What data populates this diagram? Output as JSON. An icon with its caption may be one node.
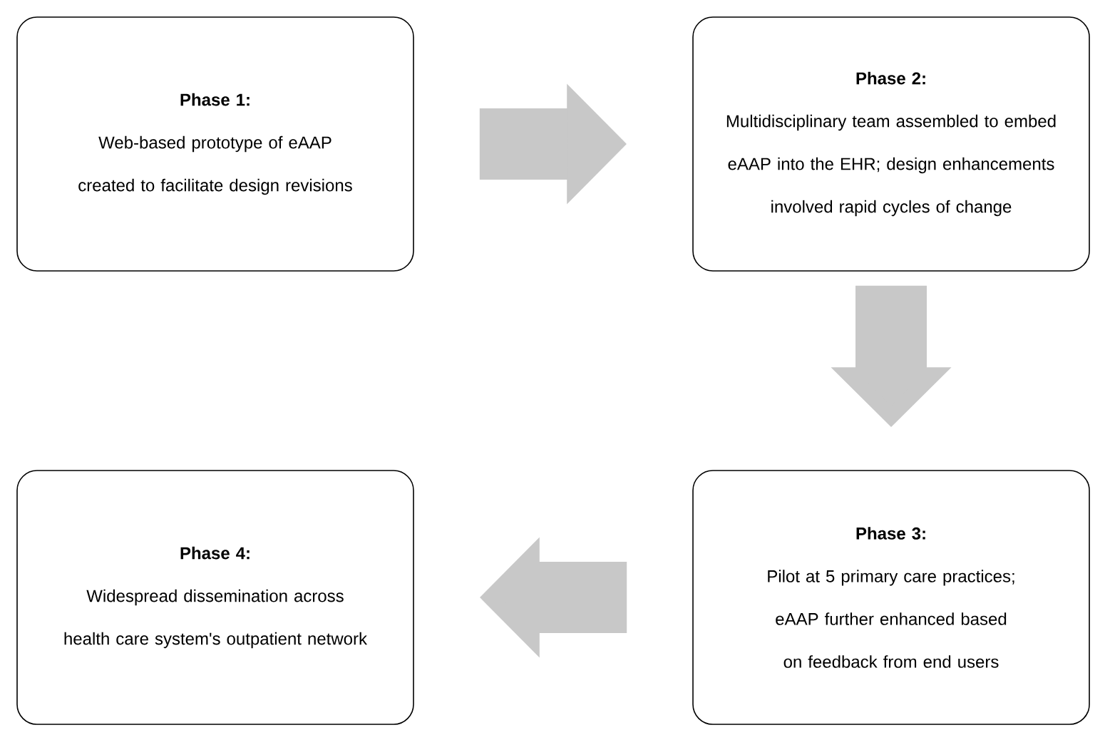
{
  "diagram": {
    "nodes": [
      {
        "text": [
          "Phase 1:",
          "Web-based prototype of eAAP created to facilitate design revisions"
        ]
      },
      {
        "text": [
          "Phase 2:",
          "Multidisciplinary team assembled to embed eAAP into the EHR; design enhancements involved rapid cycles of change"
        ]
      },
      {
        "text": [
          "Phase 3:",
          "Pilot at 5 primary care practices; eAAP further enhanced based on feedback from end users"
        ]
      },
      {
        "text": [
          "Phase 4:",
          "Widespread dissemination across health care system's outpatient network"
        ]
      }
    ],
    "edges": [
      {
        "from": 0,
        "to": 1,
        "arrow": "to"
      },
      {
        "from": 1,
        "to": 2,
        "arrow": "to"
      },
      {
        "from": 2,
        "to": 3,
        "arrow": "to"
      }
    ]
  }
}
